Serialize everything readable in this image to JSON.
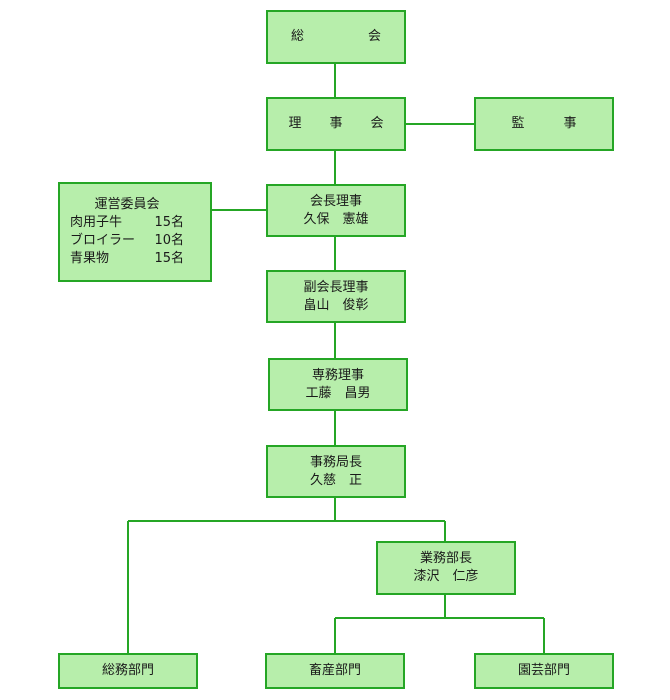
{
  "nodes": {
    "general_assembly": {
      "chars": [
        "総",
        "会"
      ]
    },
    "board": {
      "chars": [
        "理",
        "事",
        "会"
      ]
    },
    "auditor": {
      "chars": [
        "監",
        "事"
      ]
    },
    "chairman": {
      "title": "会長理事",
      "name": "久保　憲雄"
    },
    "vice_chairman": {
      "title": "副会長理事",
      "name": "畠山　俊彰"
    },
    "executive_director": {
      "title": "専務理事",
      "name": "工藤　昌男"
    },
    "secretary_general": {
      "title": "事務局長",
      "name": "久慈　正"
    },
    "business_manager": {
      "title": "業務部長",
      "name": "漆沢　仁彦"
    },
    "general_affairs": {
      "label": "総務部門"
    },
    "livestock": {
      "label": "畜産部門"
    },
    "horticulture": {
      "label": "園芸部門"
    }
  },
  "committee": {
    "title": "運営委員会",
    "rows": [
      {
        "name": "肉用子牛",
        "count": "15名"
      },
      {
        "name": "ブロイラー",
        "count": "10名"
      },
      {
        "name": "青果物",
        "count": "15名"
      }
    ]
  },
  "colors": {
    "box_fill": "#b7eeab",
    "box_border": "#25a625",
    "connector": "#25a625"
  }
}
